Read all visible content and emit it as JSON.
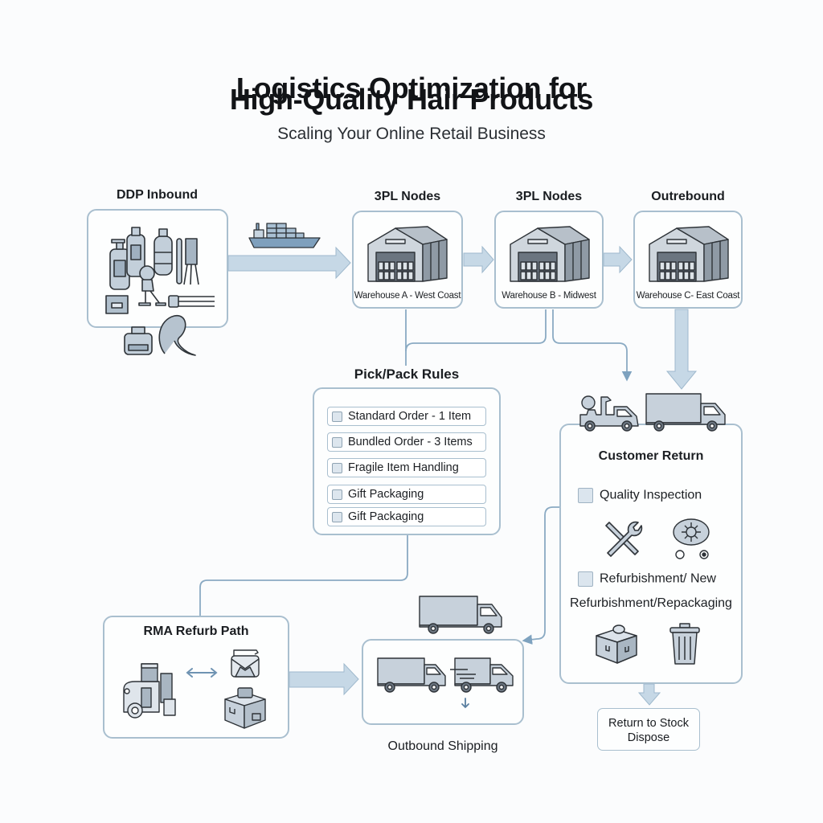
{
  "header": {
    "title_line1": "Logistics Optimization for",
    "title_line2": "High-Quality Hair Products",
    "subtitle": "Scaling Your Online Retail Business"
  },
  "nodes": {
    "ddp_inbound": {
      "label": "DDP Inbound"
    },
    "node_a": {
      "label": "3PL Nodes",
      "caption": "Warehouse A - West Coast"
    },
    "node_b": {
      "label": "3PL Nodes",
      "caption": "Warehouse B - Midwest"
    },
    "node_c": {
      "label": "Outrebound",
      "caption": "Warehouse C- East Coast"
    },
    "pick_pack": {
      "label": "Pick/Pack Rules",
      "rules": [
        {
          "label": "Standard Order - 1 Item",
          "checked": false
        },
        {
          "label": "Bundled Order - 3 Items",
          "checked": false
        },
        {
          "label": "Fragile Item Handling",
          "checked": false
        },
        {
          "label": "Gift Packaging",
          "checked": false
        },
        {
          "label": "Gift Packaging",
          "checked": false
        }
      ]
    },
    "customer_return": {
      "label": "Customer Return",
      "quality_inspection": "Quality Inspection",
      "refurb_new": "Refurbishment/ New",
      "refurb_repack": "Refurbishment/Repackaging"
    },
    "rma": {
      "label": "RMA Refurb Path"
    },
    "outbound_shipping": {
      "label": "Outbound Shipping"
    },
    "return_stock": {
      "line1": "Return to Stock",
      "line2": "Dispose"
    }
  },
  "icons": {
    "inbound_products": [
      "pump-bottle-icon",
      "spray-bottle-icon",
      "bottle-icon",
      "comb-icon",
      "round-brush-icon",
      "mannequin-icon",
      "box-icon",
      "flat-iron-icon",
      "jar-icon",
      "hair-extension-icon"
    ],
    "ship": "cargo-ship-icon",
    "warehouse": "warehouse-icon",
    "truck": "delivery-truck-icon",
    "forklift": "forklift-truck-icon",
    "tools": "wrench-screwdriver-icon",
    "inspection": "gear-inspection-icon",
    "open_box": "open-box-icon",
    "trash": "trash-bin-icon",
    "swap": "bidirectional-arrow-icon"
  },
  "colors": {
    "accent": "#a9bfcf",
    "arrow_fill": "#c6d8e6",
    "connector": "#8aaac3",
    "icon_fill": "#c7d1db",
    "icon_stroke": "#2e3338"
  }
}
